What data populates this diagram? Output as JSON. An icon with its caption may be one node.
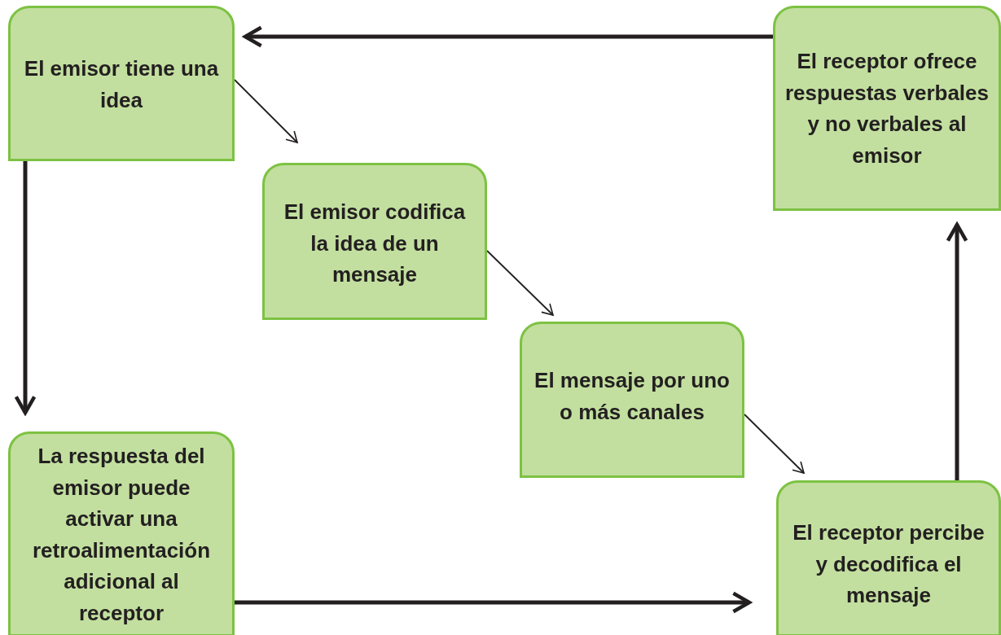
{
  "diagram": {
    "nodes": [
      {
        "text": [
          "El emisor tiene una idea"
        ]
      },
      {
        "text": [
          "El emisor codifica la idea de un mensaje"
        ]
      },
      {
        "text": [
          "El mensaje por uno o más canales"
        ]
      },
      {
        "text": [
          "El receptor percibe y decodifica el mensaje"
        ]
      },
      {
        "text": [
          "El receptor ofrece respuestas verbales y no verbales al emisor"
        ]
      },
      {
        "text": [
          "La respuesta del emisor puede activar una retroalimentación adicional al receptor"
        ]
      }
    ],
    "edges": [
      {
        "from": 0,
        "to": 1,
        "arrow": "to"
      },
      {
        "from": 1,
        "to": 2,
        "arrow": "to"
      },
      {
        "from": 2,
        "to": 3,
        "arrow": "to"
      },
      {
        "from": 3,
        "to": 4,
        "arrow": "to"
      },
      {
        "from": 4,
        "to": 0,
        "arrow": "to"
      },
      {
        "from": 0,
        "to": 5,
        "arrow": "to"
      },
      {
        "from": 5,
        "to": 3,
        "arrow": "to"
      }
    ]
  }
}
